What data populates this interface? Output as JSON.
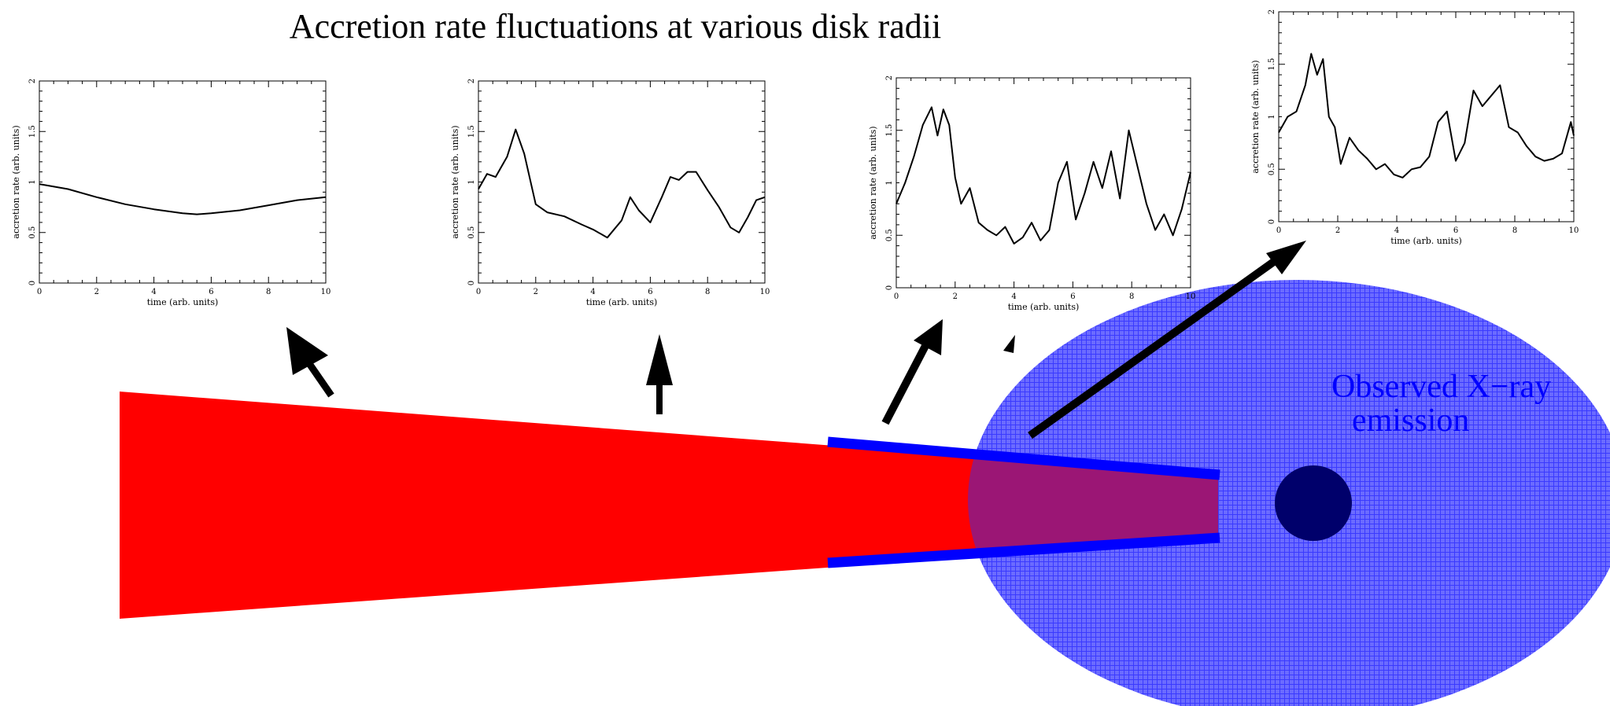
{
  "diagram": {
    "title": "Accretion rate fluctuations at various disk radii",
    "xray_label_line1": "Observed X−ray",
    "xray_label_line2": "emission",
    "colors": {
      "disk": "#ff0000",
      "corona": "#4d4dff",
      "corona_grid": "#1a1aff",
      "black_hole": "#00006e",
      "jet_lines": "#0000ff",
      "overlap": "#7a1a8c",
      "arrows": "#000000"
    }
  },
  "chart_data": [
    {
      "type": "line",
      "title": "",
      "xlabel": "time (arb. units)",
      "ylabel": "accretion rate (arb. units)",
      "xlim": [
        0,
        10
      ],
      "ylim": [
        0,
        2
      ],
      "xticks": [
        "0",
        "2",
        "4",
        "6",
        "8",
        "10"
      ],
      "yticks": [
        "0",
        "0.5",
        "1",
        "1.5",
        "2"
      ],
      "x": [
        0,
        1,
        2,
        3,
        4,
        5,
        5.5,
        6,
        7,
        8,
        9,
        10
      ],
      "y": [
        0.98,
        0.93,
        0.85,
        0.78,
        0.73,
        0.69,
        0.68,
        0.69,
        0.72,
        0.77,
        0.82,
        0.85
      ]
    },
    {
      "type": "line",
      "title": "",
      "xlabel": "time (arb. units)",
      "ylabel": "accretion rate (arb. units)",
      "xlim": [
        0,
        10
      ],
      "ylim": [
        0,
        2
      ],
      "xticks": [
        "0",
        "2",
        "4",
        "6",
        "8",
        "10"
      ],
      "yticks": [
        "0",
        "0.5",
        "1",
        "1.5",
        "2"
      ],
      "x": [
        0,
        0.3,
        0.6,
        1.0,
        1.3,
        1.6,
        2.0,
        2.4,
        3.0,
        3.6,
        4.0,
        4.5,
        5.0,
        5.3,
        5.6,
        6.0,
        6.4,
        6.7,
        7.0,
        7.3,
        7.6,
        8.0,
        8.4,
        8.8,
        9.1,
        9.4,
        9.7,
        10.0
      ],
      "y": [
        0.93,
        1.08,
        1.05,
        1.25,
        1.52,
        1.28,
        0.78,
        0.7,
        0.66,
        0.58,
        0.53,
        0.45,
        0.62,
        0.85,
        0.72,
        0.6,
        0.85,
        1.05,
        1.02,
        1.1,
        1.1,
        0.92,
        0.75,
        0.55,
        0.5,
        0.65,
        0.82,
        0.85
      ]
    },
    {
      "type": "line",
      "title": "",
      "xlabel": "time (arb. units)",
      "ylabel": "accretion rate (arb. units)",
      "xlim": [
        0,
        10
      ],
      "ylim": [
        0,
        2
      ],
      "xticks": [
        "0",
        "2",
        "4",
        "6",
        "8",
        "10"
      ],
      "yticks": [
        "0",
        "0.5",
        "1",
        "1.5",
        "2"
      ],
      "x": [
        0,
        0.3,
        0.6,
        0.9,
        1.2,
        1.4,
        1.6,
        1.8,
        2.0,
        2.2,
        2.5,
        2.8,
        3.1,
        3.4,
        3.7,
        4.0,
        4.3,
        4.6,
        4.9,
        5.2,
        5.5,
        5.8,
        6.1,
        6.4,
        6.7,
        7.0,
        7.3,
        7.6,
        7.9,
        8.2,
        8.5,
        8.8,
        9.1,
        9.4,
        9.7,
        10.0
      ],
      "y": [
        0.8,
        1.0,
        1.25,
        1.55,
        1.72,
        1.45,
        1.7,
        1.55,
        1.05,
        0.8,
        0.95,
        0.62,
        0.55,
        0.5,
        0.58,
        0.42,
        0.48,
        0.62,
        0.45,
        0.55,
        1.0,
        1.2,
        0.65,
        0.9,
        1.2,
        0.95,
        1.3,
        0.85,
        1.5,
        1.15,
        0.8,
        0.55,
        0.7,
        0.5,
        0.75,
        1.1
      ]
    },
    {
      "type": "line",
      "title": "",
      "xlabel": "time (arb. units)",
      "ylabel": "accretion rate (arb. units)",
      "xlim": [
        0,
        10
      ],
      "ylim": [
        0,
        2
      ],
      "xticks": [
        "0",
        "2",
        "4",
        "6",
        "8",
        "10"
      ],
      "yticks": [
        "0",
        "0.5",
        "1",
        "1.5",
        "2"
      ],
      "x": [
        0,
        0.3,
        0.6,
        0.9,
        1.1,
        1.3,
        1.5,
        1.7,
        1.9,
        2.1,
        2.4,
        2.7,
        3.0,
        3.3,
        3.6,
        3.9,
        4.2,
        4.5,
        4.8,
        5.1,
        5.4,
        5.7,
        6.0,
        6.3,
        6.6,
        6.9,
        7.2,
        7.5,
        7.8,
        8.1,
        8.4,
        8.7,
        9.0,
        9.3,
        9.6,
        9.9,
        10.0
      ],
      "y": [
        0.85,
        1.0,
        1.05,
        1.3,
        1.6,
        1.4,
        1.55,
        1.0,
        0.9,
        0.55,
        0.8,
        0.68,
        0.6,
        0.5,
        0.55,
        0.45,
        0.42,
        0.5,
        0.52,
        0.62,
        0.95,
        1.05,
        0.58,
        0.75,
        1.25,
        1.1,
        1.2,
        1.3,
        0.9,
        0.85,
        0.72,
        0.62,
        0.58,
        0.6,
        0.65,
        0.95,
        0.82
      ]
    }
  ]
}
